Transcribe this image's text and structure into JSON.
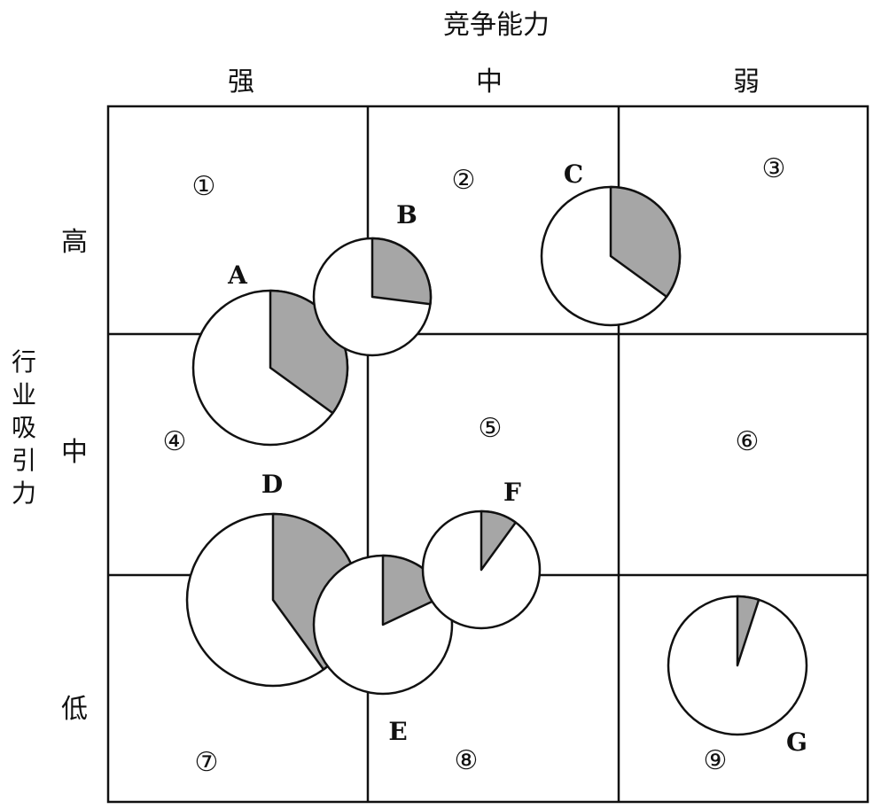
{
  "axes": {
    "x_title": "竞争能力",
    "x_levels": [
      "强",
      "中",
      "弱"
    ],
    "y_title": "行业吸引力",
    "y_levels": [
      "高",
      "中",
      "低"
    ]
  },
  "cell_numbers": [
    "①",
    "②",
    "③",
    "④",
    "⑤",
    "⑥",
    "⑦",
    "⑧",
    "⑨"
  ],
  "businesses": [
    {
      "label": "A",
      "share_fraction": 0.35
    },
    {
      "label": "B",
      "share_fraction": 0.27
    },
    {
      "label": "C",
      "share_fraction": 0.35
    },
    {
      "label": "D",
      "share_fraction": 0.4
    },
    {
      "label": "E",
      "share_fraction": 0.18
    },
    {
      "label": "F",
      "share_fraction": 0.1
    },
    {
      "label": "G",
      "share_fraction": 0.05
    }
  ],
  "colors": {
    "share_fill": "#a6a6a6",
    "circle_fill": "#ffffff",
    "line": "#111111"
  }
}
